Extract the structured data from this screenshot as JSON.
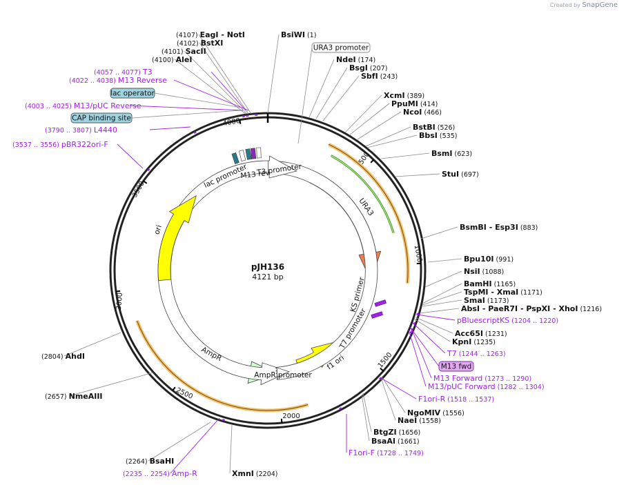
{
  "plasmid": {
    "name": "pJH136",
    "length": 4121,
    "length_label": "4121 bp"
  },
  "credit": {
    "prefix": "Created by",
    "brand": "SnapGene"
  },
  "ticks": [
    {
      "pos": 500,
      "label": "500"
    },
    {
      "pos": 1000,
      "label": "1000"
    },
    {
      "pos": 1500,
      "label": "1500"
    },
    {
      "pos": 2000,
      "label": "2000"
    },
    {
      "pos": 2500,
      "label": "2500"
    },
    {
      "pos": 3000,
      "label": "3000"
    },
    {
      "pos": 3500,
      "label": "3500"
    },
    {
      "pos": 4000,
      "label": "4000"
    }
  ],
  "features": [
    {
      "name": "URA3",
      "start": 290,
      "end": 1095,
      "color": "#f47c52",
      "radius": 173,
      "direction": "cw"
    },
    {
      "name": "f1 ori",
      "start": 1545,
      "end": 1860,
      "color": "#ffff00",
      "radius": 128,
      "direction": "ccw"
    },
    {
      "name": "AmpR",
      "start": 2000,
      "end": 2930,
      "color": "#ccffcc",
      "radius": 173,
      "direction": "ccw"
    },
    {
      "name": "AmpR promoter",
      "start": 1925,
      "end": 2000,
      "color": "#ffffff",
      "radius": 173,
      "direction": "ccw"
    },
    {
      "name": "ori",
      "start": 3030,
      "end": 3620,
      "color": "#ffff00",
      "radius": 173,
      "direction": "cw"
    },
    {
      "name": "T3 promoter",
      "start": 3,
      "end": 185,
      "color": "#ffffff",
      "radius": 173,
      "direction": "cw"
    }
  ],
  "feature_labels": [
    {
      "text": "URA3",
      "rotate": 55
    },
    {
      "text": "f1 ori",
      "rotate": -36
    },
    {
      "text": "AmpR",
      "rotate": 28
    },
    {
      "text": "AmpR promoter",
      "rotate": 0
    },
    {
      "text": "ori",
      "rotate": -72
    },
    {
      "text": "T3 promoter",
      "rotate": -8
    },
    {
      "text": "lac promoter",
      "rotate": -25
    },
    {
      "text": "M13 rev",
      "rotate": -6
    },
    {
      "text": "KS primer",
      "rotate": -75
    },
    {
      "text": "T7 promoter",
      "rotate": -60
    }
  ],
  "sites": [
    {
      "name": "BsiWI",
      "pos": 1,
      "pos_label": "(1)"
    },
    {
      "name": "NdeI",
      "pos": 174,
      "pos_label": "(174)"
    },
    {
      "name": "BsgI",
      "pos": 207,
      "pos_label": "(207)"
    },
    {
      "name": "SbfI",
      "pos": 243,
      "pos_label": "(243)"
    },
    {
      "name": "XcmI",
      "pos": 389,
      "pos_label": "(389)"
    },
    {
      "name": "PpuMI",
      "pos": 414,
      "pos_label": "(414)"
    },
    {
      "name": "NcoI",
      "pos": 466,
      "pos_label": "(466)"
    },
    {
      "name": "BstBI",
      "pos": 526,
      "pos_label": "(526)"
    },
    {
      "name": "BbsI",
      "pos": 535,
      "pos_label": "(535)"
    },
    {
      "name": "BsmI",
      "pos": 623,
      "pos_label": "(623)"
    },
    {
      "name": "StuI",
      "pos": 697,
      "pos_label": "(697)"
    },
    {
      "name": "BsmBI",
      "name2": "Esp3I",
      "pos": 883,
      "pos_label": "(883)"
    },
    {
      "name": "Bpu10I",
      "pos": 991,
      "pos_label": "(991)"
    },
    {
      "name": "NsiI",
      "pos": 1088,
      "pos_label": "(1088)"
    },
    {
      "name": "BamHI",
      "pos": 1165,
      "pos_label": "(1165)"
    },
    {
      "name": "TspMI",
      "name2": "XmaI",
      "pos": 1171,
      "pos_label": "(1171)"
    },
    {
      "name": "SmaI",
      "pos": 1173,
      "pos_label": "(1173)"
    },
    {
      "name": "AbsI",
      "name2": "PaeR7I",
      "name3": "PspXI",
      "name4": "XhoI",
      "pos": 1216,
      "pos_label": "(1216)"
    },
    {
      "name": "Acc65I",
      "pos": 1231,
      "pos_label": "(1231)"
    },
    {
      "name": "KpnI",
      "pos": 1235,
      "pos_label": "(1235)"
    },
    {
      "name": "NgoMIV",
      "pos": 1556,
      "pos_label": "(1556)"
    },
    {
      "name": "NaeI",
      "pos": 1558,
      "pos_label": "(1558)"
    },
    {
      "name": "BtgZI",
      "pos": 1656,
      "pos_label": "(1656)"
    },
    {
      "name": "BsaAI",
      "pos": 1661,
      "pos_label": "(1661)"
    },
    {
      "name": "XmnI",
      "pos": 2204,
      "pos_label": "(2204)"
    },
    {
      "name": "BsaHI",
      "pos": 2264,
      "pos_label": "(2264)"
    },
    {
      "name": "NmeAIII",
      "pos": 2657,
      "pos_label": "(2657)"
    },
    {
      "name": "AhdI",
      "pos": 2804,
      "pos_label": "(2804)"
    },
    {
      "name": "AleI",
      "pos": 4100,
      "pos_label": "(4100)"
    },
    {
      "name": "SacII",
      "pos": 4101,
      "pos_label": "(4101)"
    },
    {
      "name": "BstXI",
      "pos": 4102,
      "pos_label": "(4102)"
    },
    {
      "name": "EagI",
      "name2": "NotI",
      "pos": 4107,
      "pos_label": "(4107)"
    }
  ],
  "primers": [
    {
      "name": "T3",
      "range": "(4057 .. 4077)"
    },
    {
      "name": "M13 Reverse",
      "range": "(4022 .. 4038)"
    },
    {
      "name": "M13/pUC Reverse",
      "range": "(4003 .. 4025)"
    },
    {
      "name": "L4440",
      "range": "(3790 .. 3807)"
    },
    {
      "name": "pBR322ori-F",
      "range": "(3537 .. 3556)"
    },
    {
      "name": "pBluescriptKS",
      "range": "(1204 .. 1220)"
    },
    {
      "name": "T7",
      "range": "(1244 .. 1263)"
    },
    {
      "name": "M13 Forward",
      "range": "(1273 .. 1290)"
    },
    {
      "name": "M13/pUC Forward",
      "range": "(1282 .. 1304)"
    },
    {
      "name": "F1ori-R",
      "range": "(1518 .. 1537)"
    },
    {
      "name": "F1ori-F",
      "range": "(1728 .. 1749)"
    },
    {
      "name": "Amp-R",
      "range": "(2235 .. 2254)"
    }
  ],
  "boxed_labels": [
    {
      "text": "URA3 promoter",
      "fill": "#ffffff",
      "stroke": "#888888"
    },
    {
      "text": "lac operator",
      "fill": "#9fd3e0",
      "stroke": "#555555"
    },
    {
      "text": "CAP binding site",
      "fill": "#9fd3e0",
      "stroke": "#555555"
    },
    {
      "text": "M13 fwd",
      "fill": "#e0a9f0",
      "stroke": "#7a2a9a"
    }
  ],
  "colors": {
    "backbone": "#222222",
    "primer": "#a020f0",
    "orf_highlight": "#f5c06a",
    "orf_inner": "#3a9a1a"
  }
}
